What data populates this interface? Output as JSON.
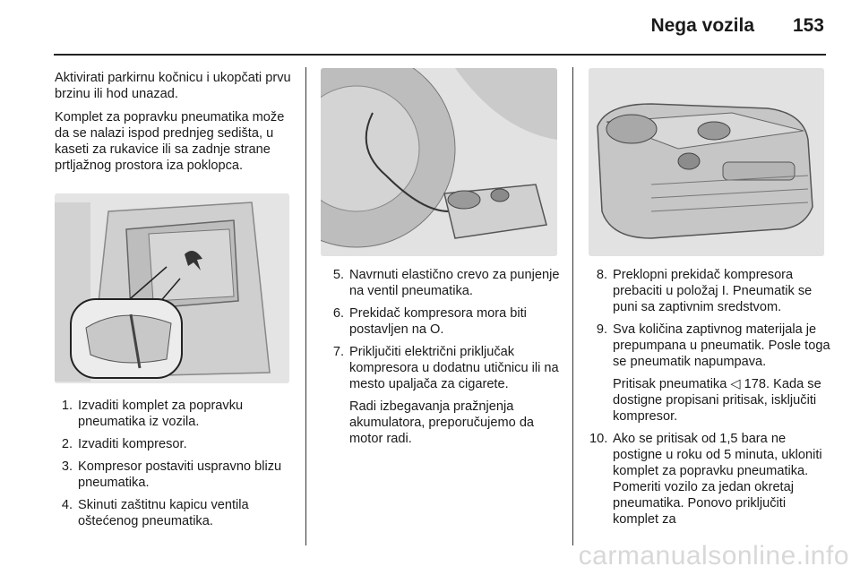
{
  "header": {
    "title": "Nega vozila",
    "page_number": "153"
  },
  "col1": {
    "para1": "Aktivirati parkirnu kočnicu i ukopčati prvu brzinu ili hod unazad.",
    "para2": "Komplet za popravku pneumatika može da se nalazi ispod prednjeg sedišta, u kaseti za rukavice ili sa zadnje strane prtljažnog prostora iza poklopca.",
    "steps": [
      {
        "num": "1.",
        "text": "Izvaditi komplet za popravku pneumatika iz vozila."
      },
      {
        "num": "2.",
        "text": "Izvaditi kompresor."
      },
      {
        "num": "3.",
        "text": "Kompresor postaviti uspravno blizu pneumatika."
      },
      {
        "num": "4.",
        "text": "Skinuti zaštitnu kapicu ventila oštećenog pneumatika."
      }
    ]
  },
  "col2": {
    "steps": [
      {
        "num": "5.",
        "text": "Navrnuti elastično crevo za punjenje na ventil pneumatika."
      },
      {
        "num": "6.",
        "text": "Prekidač kompresora mora biti postavljen na O."
      },
      {
        "num": "7.",
        "text": "Priključiti električni priključak kompresora u dodatnu utičnicu ili na mesto upaljača za cigarete.",
        "sub": "Radi izbegavanja pražnjenja akumulatora, preporučujemo da motor radi."
      }
    ]
  },
  "col3": {
    "steps": [
      {
        "num": "8.",
        "text": "Preklopni prekidač kompresora prebaciti u položaj I. Pneumatik se puni sa zaptivnim sredstvom."
      },
      {
        "num": "9.",
        "text": "Sva količina zaptivnog materijala je prepumpana u pneumatik. Posle toga se pneumatik napumpava.",
        "sub": "Pritisak pneumatika ◁ 178. Kada se dostigne propisani pritisak, isključiti kompresor."
      },
      {
        "num": "10.",
        "text": "Ako se pritisak od 1,5 bara ne postigne u roku od 5 minuta, ukloniti komplet za popravku pneumatika. Pomeriti vozilo za jedan okretaj pneumatika. Ponovo priključiti komplet za"
      }
    ]
  },
  "watermark": "carmanualsonline.info"
}
